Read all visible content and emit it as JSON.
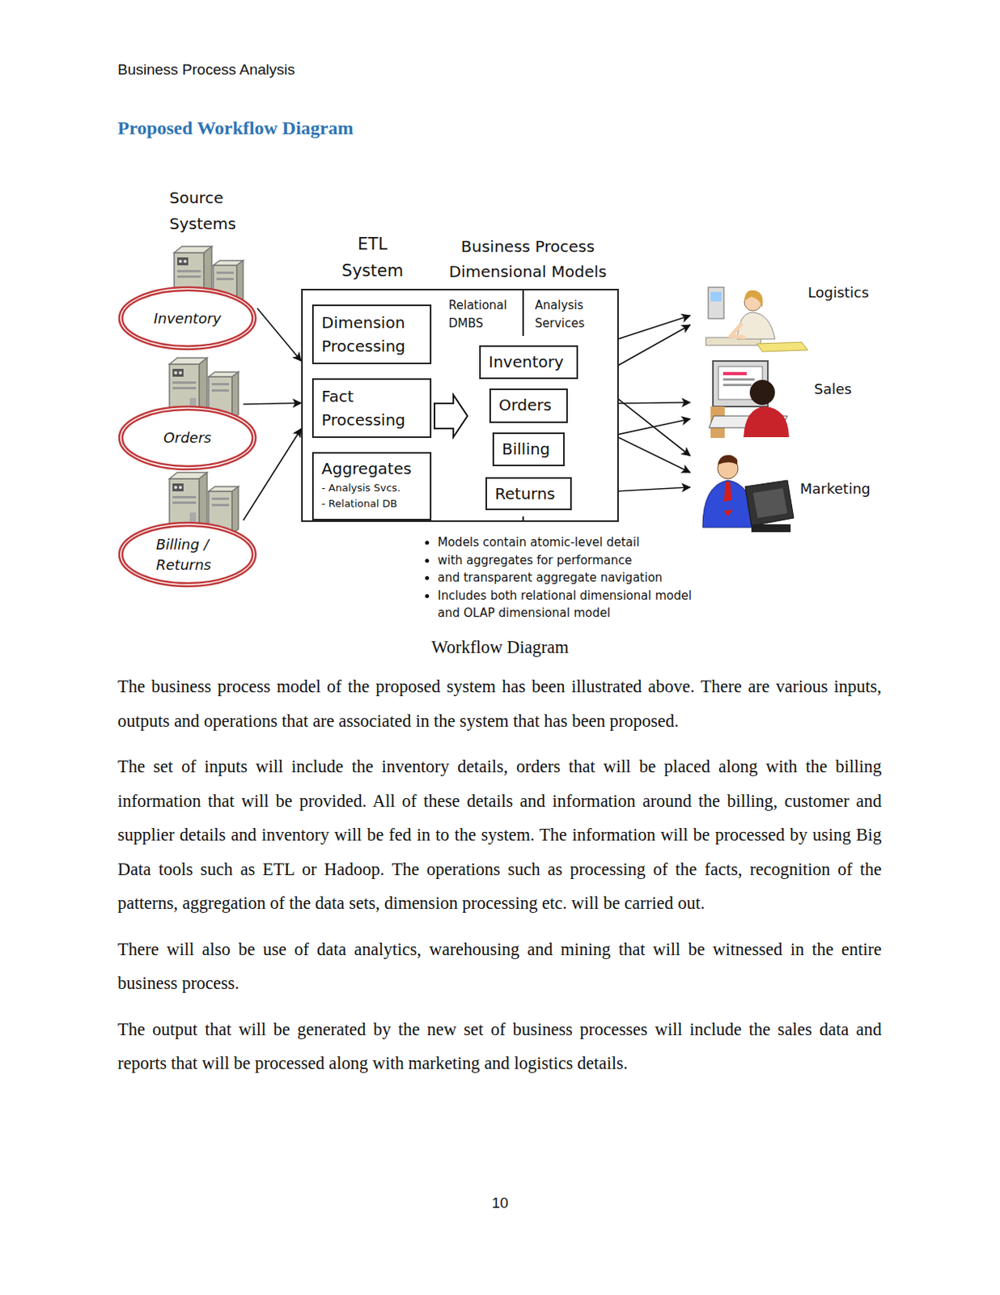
{
  "diagram": {
    "title": "Proposed Workflow Diagram",
    "caption": "Workflow Diagram",
    "nodes": [
      {
        "text": [
          "Inventory"
        ]
      },
      {
        "text": [
          "Orders"
        ]
      },
      {
        "text": [
          "Billing / Returns"
        ]
      },
      {
        "text": [
          "ETL System"
        ]
      },
      {
        "text": [
          "Dimension Processing"
        ],
        "in": 3
      },
      {
        "text": [
          "Fact Processing"
        ],
        "in": 3
      },
      {
        "text": [
          "Aggregates",
          "- Analysis Svcs.",
          "- Relational DB"
        ],
        "in": 3
      },
      {
        "text": [
          "Business Process Dimensional Models",
          "Relational DMBS",
          "Analysis Services"
        ]
      },
      {
        "text": [
          "Inventory"
        ],
        "in": 7
      },
      {
        "text": [
          "Orders"
        ],
        "in": 7
      },
      {
        "text": [
          "Billing"
        ],
        "in": 7
      },
      {
        "text": [
          "Returns"
        ],
        "in": 7
      },
      {
        "text": [
          "Logistics"
        ]
      },
      {
        "text": [
          "Sales"
        ]
      },
      {
        "text": [
          "Marketing"
        ]
      }
    ],
    "edges": [
      {
        "from": 0,
        "to": 3,
        "arrow": "to"
      },
      {
        "from": 1,
        "to": 3,
        "arrow": "to"
      },
      {
        "from": 2,
        "to": 3,
        "arrow": "to"
      },
      {
        "from": 4,
        "to": 5,
        "arrow": "to"
      },
      {
        "from": 5,
        "to": 6,
        "arrow": "to"
      },
      {
        "from": 8,
        "to": 12,
        "arrow": "to"
      },
      {
        "from": 8,
        "to": 14,
        "arrow": "to"
      },
      {
        "from": 9,
        "to": 12,
        "arrow": "to"
      },
      {
        "from": 9,
        "to": 13,
        "arrow": "to"
      },
      {
        "from": 9,
        "to": 14,
        "arrow": "to"
      },
      {
        "from": 10,
        "to": 13,
        "arrow": "to"
      },
      {
        "from": 11,
        "to": 14,
        "arrow": "to"
      }
    ],
    "labels": [
      "Business Process Analysis",
      "Source Systems",
      "Models contain atomic-level detail",
      "with aggregates for performance",
      "and transparent aggregate navigation",
      "Includes both relational dimensional model and OLAP dimensional model",
      "The business process model of the proposed system has been illustrated above. There are various inputs, outputs and operations that are associated in the system that has been proposed.",
      "The set of inputs will include the inventory details, orders that will be placed along with the billing information that will be provided. All of these details and information around the billing, customer and supplier details and inventory will be fed in to the system. The information will be processed by using Big Data tools such as ETL or Hadoop. The operations such as processing of the facts, recognition of the patterns, aggregation of the data sets, dimension processing etc. will be carried out.",
      "There will also be use of data analytics, warehousing and mining that will be witnessed in the entire business process.",
      "The output that will be generated by the new set of business processes will include the sales data and reports that will be processed along with marketing and logistics details.",
      "10"
    ]
  }
}
